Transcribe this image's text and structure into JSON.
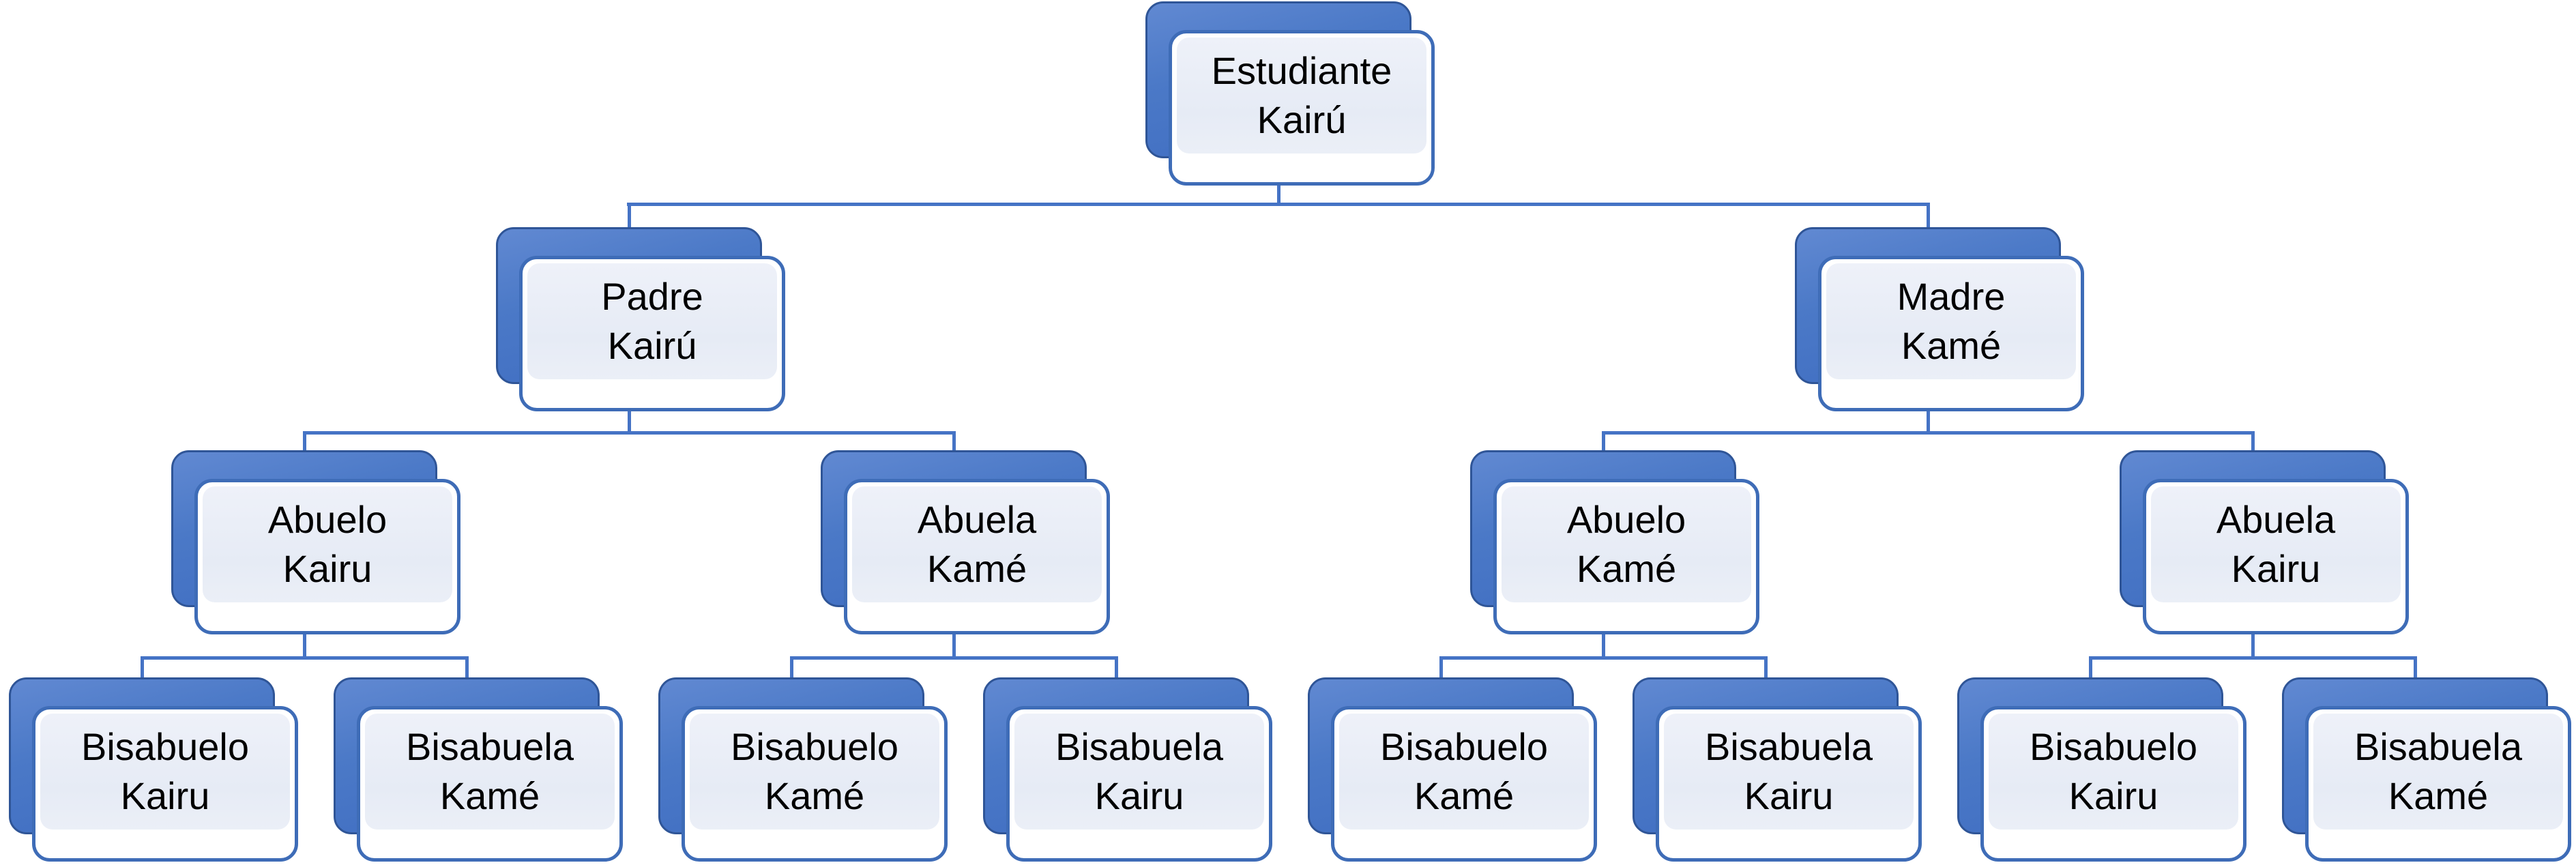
{
  "diagram": {
    "kind": "family-tree-org-chart",
    "background": "#FFFFFF",
    "accent": "#4472C4",
    "accent_dark": "#2F5597",
    "panel_fill": "#E8ECF6",
    "text_color": "#000000",
    "nodes": [
      {
        "id": "estudiante",
        "line1": "Estudiante",
        "line2": "Kairú"
      },
      {
        "id": "padre",
        "line1": "Padre",
        "line2": "Kairú"
      },
      {
        "id": "madre",
        "line1": "Madre",
        "line2": "Kamé"
      },
      {
        "id": "abuelo-paterno",
        "line1": "Abuelo",
        "line2": "Kairu"
      },
      {
        "id": "abuela-paterna",
        "line1": "Abuela",
        "line2": "Kamé"
      },
      {
        "id": "abuelo-materno",
        "line1": "Abuelo",
        "line2": "Kamé"
      },
      {
        "id": "abuela-materna",
        "line1": "Abuela",
        "line2": "Kairu"
      },
      {
        "id": "bisabuelo-1",
        "line1": "Bisabuelo",
        "line2": "Kairu"
      },
      {
        "id": "bisabuela-2",
        "line1": "Bisabuela",
        "line2": "Kamé"
      },
      {
        "id": "bisabuelo-3",
        "line1": "Bisabuelo",
        "line2": "Kamé"
      },
      {
        "id": "bisabuela-4",
        "line1": "Bisabuela",
        "line2": "Kairu"
      },
      {
        "id": "bisabuelo-5",
        "line1": "Bisabuelo",
        "line2": "Kamé"
      },
      {
        "id": "bisabuela-6",
        "line1": "Bisabuela",
        "line2": "Kairu"
      },
      {
        "id": "bisabuelo-7",
        "line1": "Bisabuelo",
        "line2": "Kairu"
      },
      {
        "id": "bisabuela-8",
        "line1": "Bisabuela",
        "line2": "Kamé"
      }
    ],
    "edges": [
      [
        "estudiante",
        "padre"
      ],
      [
        "estudiante",
        "madre"
      ],
      [
        "padre",
        "abuelo-paterno"
      ],
      [
        "padre",
        "abuela-paterna"
      ],
      [
        "madre",
        "abuelo-materno"
      ],
      [
        "madre",
        "abuela-materna"
      ],
      [
        "abuelo-paterno",
        "bisabuelo-1"
      ],
      [
        "abuelo-paterno",
        "bisabuela-2"
      ],
      [
        "abuela-paterna",
        "bisabuelo-3"
      ],
      [
        "abuela-paterna",
        "bisabuela-4"
      ],
      [
        "abuelo-materno",
        "bisabuelo-5"
      ],
      [
        "abuelo-materno",
        "bisabuela-6"
      ],
      [
        "abuela-materna",
        "bisabuelo-7"
      ],
      [
        "abuela-materna",
        "bisabuela-8"
      ]
    ]
  }
}
